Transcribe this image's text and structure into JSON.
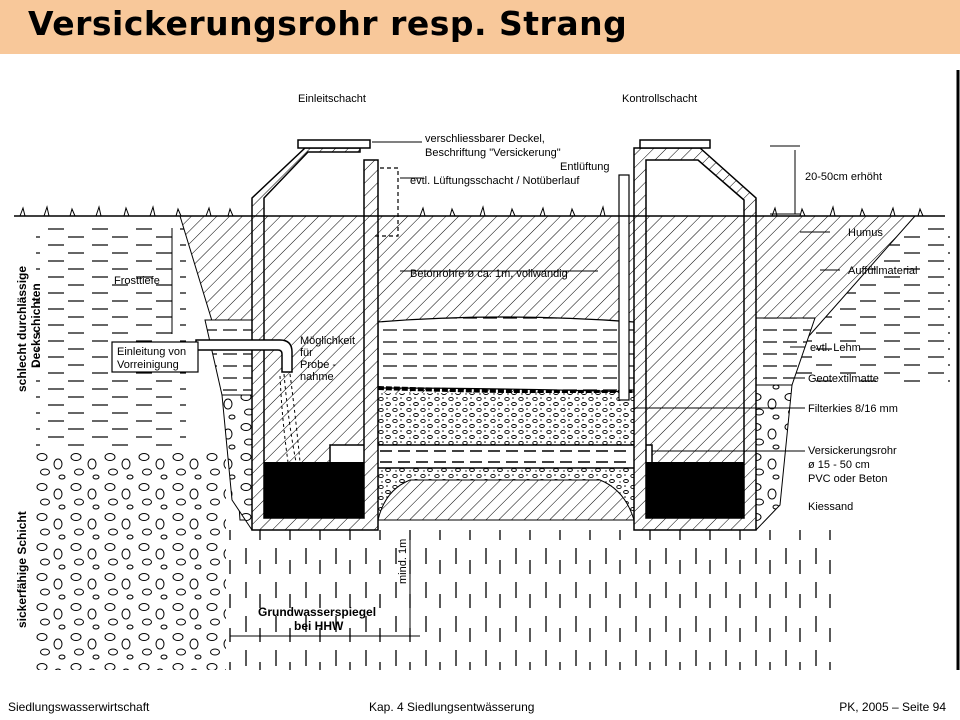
{
  "slide": {
    "title": "Versickerungsrohr resp. Strang"
  },
  "diagram": {
    "labels": {
      "einleitschacht": "Einleitschacht",
      "kontrollschacht": "Kontrollschacht",
      "deckel_1": "verschliessbarer Deckel,",
      "deckel_2": "Beschriftung \"Versickerung\"",
      "entlueftung": "Entlüftung",
      "lueftungsschacht": "evtl. Lüftungsschacht / Notüberlauf",
      "erhoeht": "20-50cm erhöht",
      "humus": "Humus",
      "auffuellmaterial": "Auffüllmaterial",
      "frosttiefe": "Frosttiefe",
      "betonrohre": "Betonrohre ø ca. 1m, vollwandig",
      "moeglichkeit_1": "Möglichkeit",
      "moeglichkeit_2": "für",
      "moeglichkeit_3": "Probe -",
      "moeglichkeit_4": "nahme",
      "einleitung_1": "Einleitung von",
      "einleitung_2": "Vorreinigung",
      "lehm": "evtl. Lehm",
      "geotextil": "Geotextilmatte",
      "filterkies": "Filterkies 8/16 mm",
      "rohr_1": "Versickerungsrohr",
      "rohr_2": "ø 15 - 50 cm",
      "rohr_3": "PVC oder Beton",
      "kiessand": "Kiessand",
      "mind": "mind. 1m",
      "gw_1": "Grundwasserspiegel",
      "gw_2": "bei HHW",
      "side_top_1": "schlecht durchlässige",
      "side_top_2": "Deckschichten",
      "side_bottom": "sickerfähige Schicht"
    }
  },
  "footer": {
    "left": "Siedlungswasserwirtschaft",
    "center": "Kap. 4  Siedlungsentwässerung",
    "right": "PK, 2005 – Seite 94"
  }
}
